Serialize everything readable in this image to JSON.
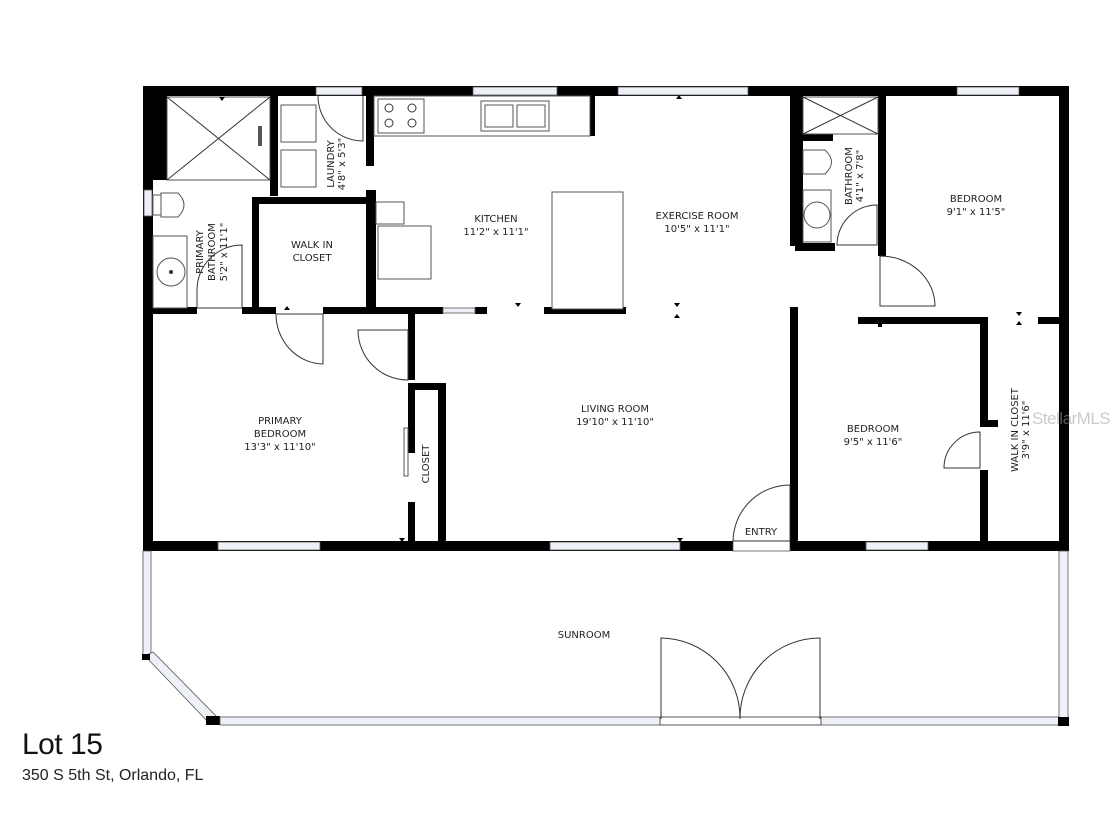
{
  "property": {
    "title": "Lot 15",
    "address": "350 S 5th St, Orlando, FL"
  },
  "watermark": "StellarMLS",
  "rooms": {
    "primary_bathroom": {
      "name_line1": "PRIMARY",
      "name_line2": "BATHROOM",
      "dims": "5'2\" x 11'1\""
    },
    "laundry": {
      "name": "LAUNDRY",
      "dims": "4'8\" x 5'3\""
    },
    "walk_in_closet_primary": {
      "name_line1": "WALK IN",
      "name_line2": "CLOSET"
    },
    "kitchen": {
      "name": "KITCHEN",
      "dims": "11'2\" x 11'1\""
    },
    "exercise_room": {
      "name": "EXERCISE ROOM",
      "dims": "10'5\" x 11'1\""
    },
    "bathroom": {
      "name": "BATHROOM",
      "dims": "4'1\" x 7'8\""
    },
    "bedroom_ne": {
      "name": "BEDROOM",
      "dims": "9'1\" x 11'5\""
    },
    "primary_bedroom": {
      "name_line1": "PRIMARY",
      "name_line2": "BEDROOM",
      "dims": "13'3\" x 11'10\""
    },
    "closet": {
      "name": "CLOSET"
    },
    "living_room": {
      "name": "LIVING ROOM",
      "dims": "19'10\" x 11'10\""
    },
    "entry": {
      "name": "ENTRY"
    },
    "bedroom_se": {
      "name": "BEDROOM",
      "dims": "9'5\" x 11'6\""
    },
    "walk_in_closet_se": {
      "name": "WALK IN CLOSET",
      "dims": "3'9\" x 11'6\""
    },
    "sunroom": {
      "name": "SUNROOM"
    }
  },
  "colors": {
    "wall": "#000000",
    "window_fill": "#eef0f7",
    "background": "#ffffff",
    "text": "#222222"
  }
}
